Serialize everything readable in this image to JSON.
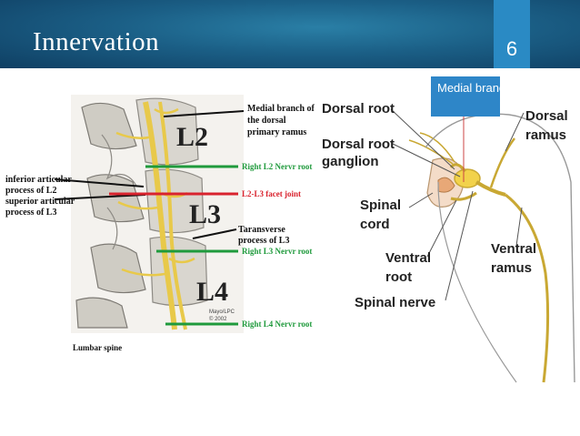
{
  "slide": {
    "title": "Innervation",
    "number": "6",
    "tooltip": "Medial branch"
  },
  "left_figure": {
    "level_labels": [
      "L2",
      "L3",
      "L4"
    ],
    "labels": {
      "medial_branch": [
        "Medial branch of",
        "the dorsal",
        "primary ramus"
      ],
      "inferior_articular": [
        "inferior articular",
        "process of L2"
      ],
      "superior_articular": [
        "superior articular",
        "process of L3"
      ],
      "transverse": [
        "Taransverse",
        "process of L3"
      ],
      "l2_root": "Right L2 Nervr root",
      "facet_joint": "L2-L3 facet joint",
      "l3_root": "Right L3 Nervr root",
      "l4_root": "Right L4 Nervr root",
      "caption": "Lumbar spine",
      "credit": [
        "Mayo/LPC",
        "© 2002"
      ]
    },
    "colors": {
      "green": "#1f9a3c",
      "red": "#d9232e",
      "nerve": "#e8c94a",
      "bone": "#d6d3cc"
    }
  },
  "right_figure": {
    "labels": {
      "dorsal_root": "Dorsal root",
      "dorsal_root_ganglion": [
        "Dorsal root",
        "ganglion"
      ],
      "spinal_cord": [
        "Spinal",
        "cord"
      ],
      "ventral_root": [
        "Ventral",
        "root"
      ],
      "spinal_nerve": "Spinal nerve",
      "dorsal_ramus": [
        "Dorsal",
        "ramus"
      ],
      "ventral_ramus": [
        "Ventral",
        "ramus"
      ]
    },
    "colors": {
      "nerve": "#f2d24b",
      "outline": "#c9a833"
    }
  }
}
